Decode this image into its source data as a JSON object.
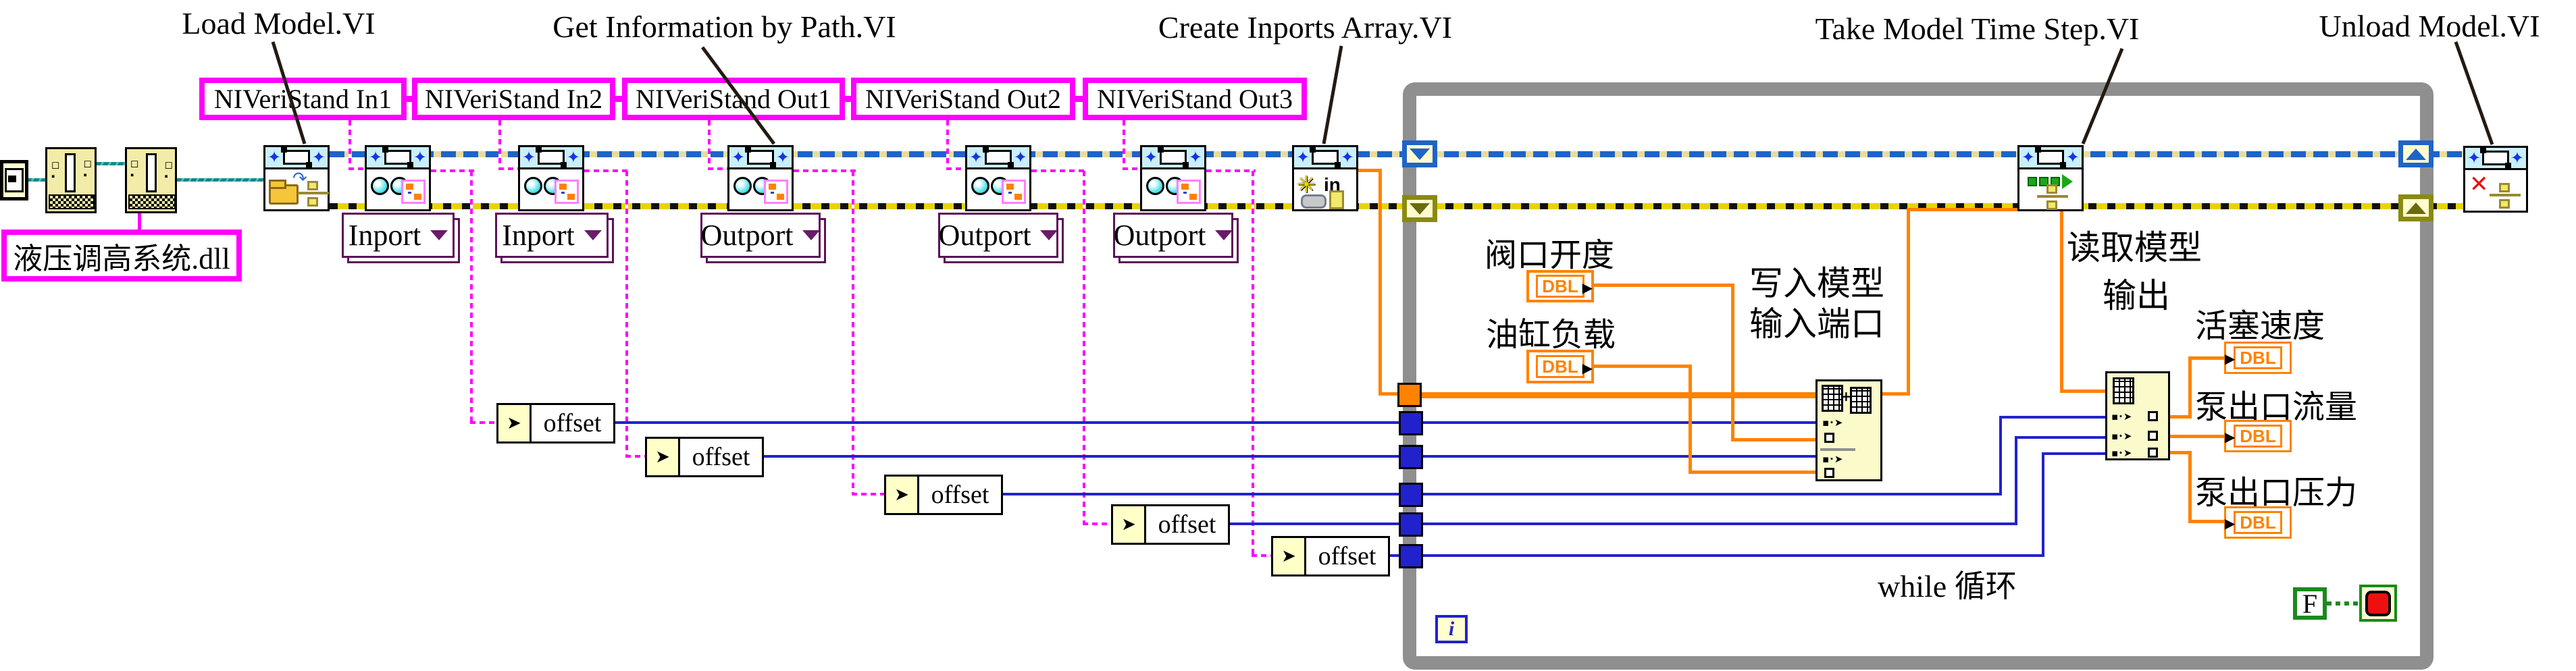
{
  "annotations": {
    "load_model": "Load Model.VI",
    "get_information": "Get Information by Path.VI",
    "create_inports": "Create Inports Array.VI",
    "take_model_time_step": "Take Model Time Step.VI",
    "unload_model": "Unload Model.VI"
  },
  "channels": [
    {
      "label": "NIVeriStand In1",
      "ring": "Inport"
    },
    {
      "label": "NIVeriStand In2",
      "ring": "Inport"
    },
    {
      "label": "NIVeriStand Out1",
      "ring": "Outport"
    },
    {
      "label": "NIVeriStand Out2",
      "ring": "Outport"
    },
    {
      "label": "NIVeriStand Out3",
      "ring": "Outport"
    }
  ],
  "dll_constant": "液压调高系统.dll",
  "offsets": [
    "offset",
    "offset",
    "offset",
    "offset",
    "offset"
  ],
  "create_icon_text": "in",
  "model_inputs": {
    "valve_opening": "阀口开度",
    "cylinder_load": "油缸负载",
    "dbl": "DBL",
    "write_label_line1": "写入模型",
    "write_label_line2": "输入端口"
  },
  "model_outputs": {
    "read_label_line1": "读取模型",
    "read_label_line2": "输出",
    "piston_speed": "活塞速度",
    "pump_outlet_flow": "泵出口流量",
    "pump_outlet_pressure": "泵出口压力",
    "dbl": "DBL"
  },
  "while_loop": {
    "label": "while 循环",
    "iteration_terminal": "i",
    "false_constant": "F"
  },
  "colors": {
    "magenta": "#FF00FF",
    "wire_blue": "#2222CC",
    "wire_orange": "#FF8200",
    "error_wire": "#E8D400",
    "reference_wire": "#1E64C8",
    "loop_border": "#8F8F8F",
    "icon_band": "#C9EFFA",
    "node_fill": "#FBFACB",
    "ring_border": "#5C1157",
    "path_wire": "#0C8C8C"
  }
}
